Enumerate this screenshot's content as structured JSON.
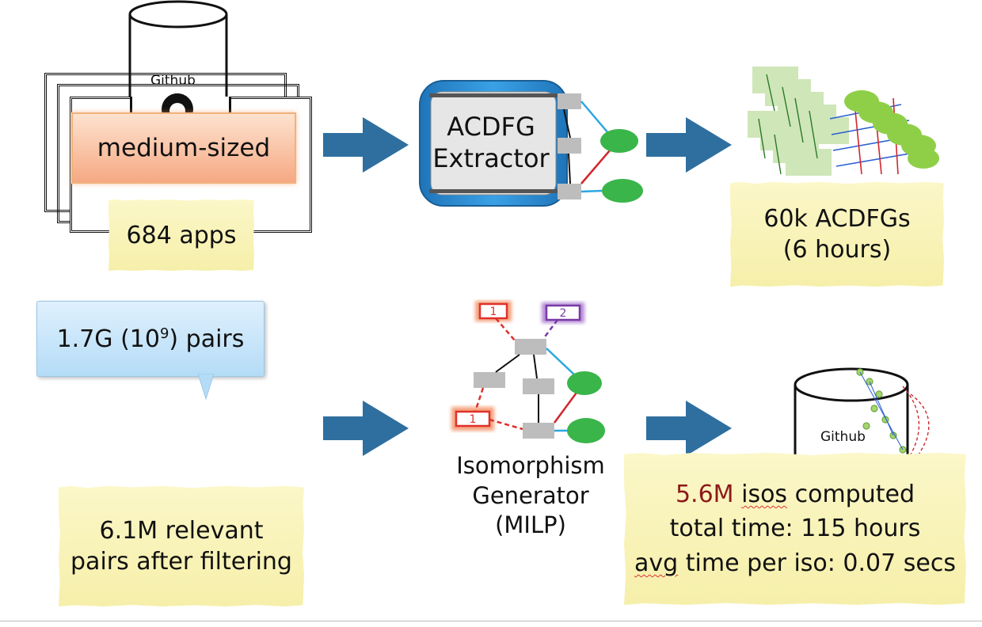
{
  "github_label": "Github",
  "medium_sized_label": "medium-sized",
  "apps_note": "684 apps",
  "extractor_label_line1": "ACDFG",
  "extractor_label_line2": "Extractor",
  "acdfgs_note_line1": "60k ACDFGs",
  "acdfgs_note_line2": "(6 hours)",
  "pairs_callout": {
    "prefix": "1.7G (10",
    "superscript": "9",
    "suffix": ") pairs"
  },
  "filtered_note_line1": "6.1M relevant",
  "filtered_note_line2": "pairs after filtering",
  "generator_label_line1": "Isomorphism",
  "generator_label_line2": "Generator",
  "generator_label_line3": "(MILP)",
  "graph_node_1": "1",
  "graph_node_2": "2",
  "graph_node_1b": "1",
  "github_label_2": "Github",
  "results_note": {
    "line1_value": "5.6M",
    "line1_word": "isos",
    "line1_rest": "computed",
    "line2": "total time: 115 hours",
    "line3_word": "avg",
    "line3_rest": "time per iso: 0.07 secs"
  },
  "colors": {
    "arrow": "#2f6f9f",
    "highlight_red": "#8b1a1a",
    "node_green": "#3ab54a",
    "edge_blue": "#2aa7e0",
    "edge_red": "#d1262b",
    "node_gray": "#bdbdbd"
  }
}
